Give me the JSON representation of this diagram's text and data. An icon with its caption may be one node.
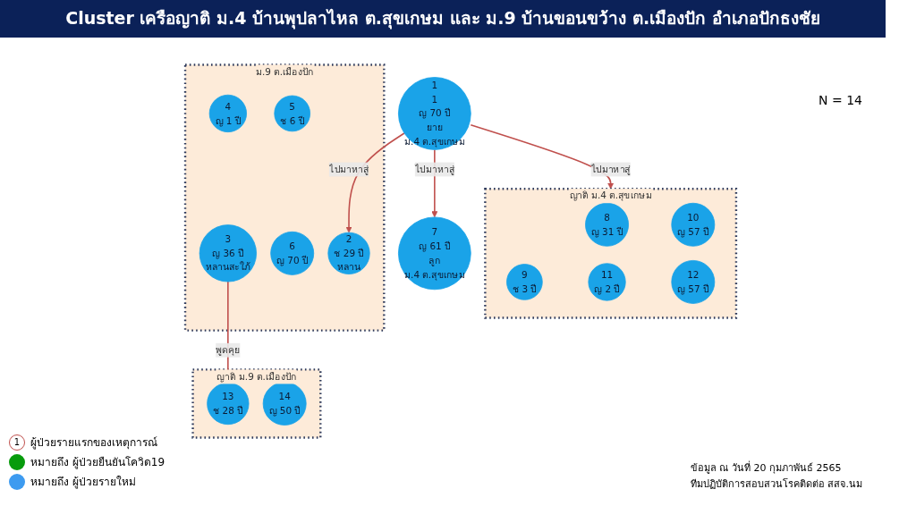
{
  "diagram": {
    "title": "Cluster เครือญาติ ม.4 บ้านพุปลาไหล ต.สุขเกษม และ ม.9 บ้านขอนขว้าง ต.เมืองปัก อำเภอปักธงชัย",
    "nodes": [
      {
        "text": [
          "ม.9 ต.เมืองปัก"
        ]
      },
      {
        "text": [
          "1",
          "1",
          "ญ 70 ปี",
          "ยาย",
          "ม.4 ต.สุขเกษม"
        ]
      },
      {
        "text": [
          "7",
          "ญ 61 ปี",
          "ลูก",
          "ม.4 ต.สุขเกษม"
        ]
      },
      {
        "text": [
          "2",
          "ช 29 ปี",
          "หลาน"
        ],
        "in": 0
      },
      {
        "text": [
          "4",
          "ญ 1 ปี"
        ],
        "in": 0
      },
      {
        "text": [
          "5",
          "ช 6 ปี"
        ],
        "in": 0
      },
      {
        "text": [
          "3",
          "ญ 36 ปี",
          "หลานสะใภ้"
        ],
        "in": 0
      },
      {
        "text": [
          "6",
          "ญ 70 ปี"
        ],
        "in": 0
      },
      {
        "text": [
          "ญาติ",
          "ม.4 ต.สุขเกษม"
        ]
      },
      {
        "text": [
          "9",
          "ช 3 ปี"
        ],
        "in": 8
      },
      {
        "text": [
          "8",
          "ญ 31 ปี"
        ],
        "in": 8
      },
      {
        "text": [
          "11",
          "ญ 2 ปี"
        ],
        "in": 8
      },
      {
        "text": [
          "10",
          "ญ 57 ปี"
        ],
        "in": 8
      },
      {
        "text": [
          "12",
          "ญ 57 ปี"
        ],
        "in": 8
      },
      {
        "text": [
          "ญาติ",
          "ม.9 ต.เมืองปัก"
        ]
      },
      {
        "text": [
          "13",
          "ช 28 ปี"
        ],
        "in": 14
      },
      {
        "text": [
          "14",
          "ญ 50 ปี"
        ],
        "in": 14
      }
    ],
    "edges": [
      {
        "from": 1,
        "to": 2,
        "arrow": "to",
        "label": "ไปมาหาสู่"
      },
      {
        "from": 1,
        "to": 3,
        "arrow": "to",
        "label": "ไปมาหาสู่"
      },
      {
        "from": 1,
        "to": 8,
        "arrow": "to",
        "label": "ไปมาหาสู่"
      },
      {
        "from": 6,
        "to": 15,
        "arrow": "to",
        "label": "พูดคุย"
      }
    ],
    "labels": [
      "N = 14",
      "1",
      "ข้อมูล ณ วันที่ 20 กุมภาพันธ์ 2565",
      "ทีมปฏิบัติการสอบสวนโรคติดต่อ สสจ.นม"
    ],
    "legend": [
      {
        "text": "ผู้ป่วยรายแรกของเหตุการณ์"
      },
      {
        "text": "หมายถึง ผู้ป่วยยืนยันโควิด19",
        "color": "#079b0c"
      },
      {
        "text": "หมายถึง ผู้ป่วยรายใหม่",
        "color": "#3d9bf0"
      }
    ]
  }
}
